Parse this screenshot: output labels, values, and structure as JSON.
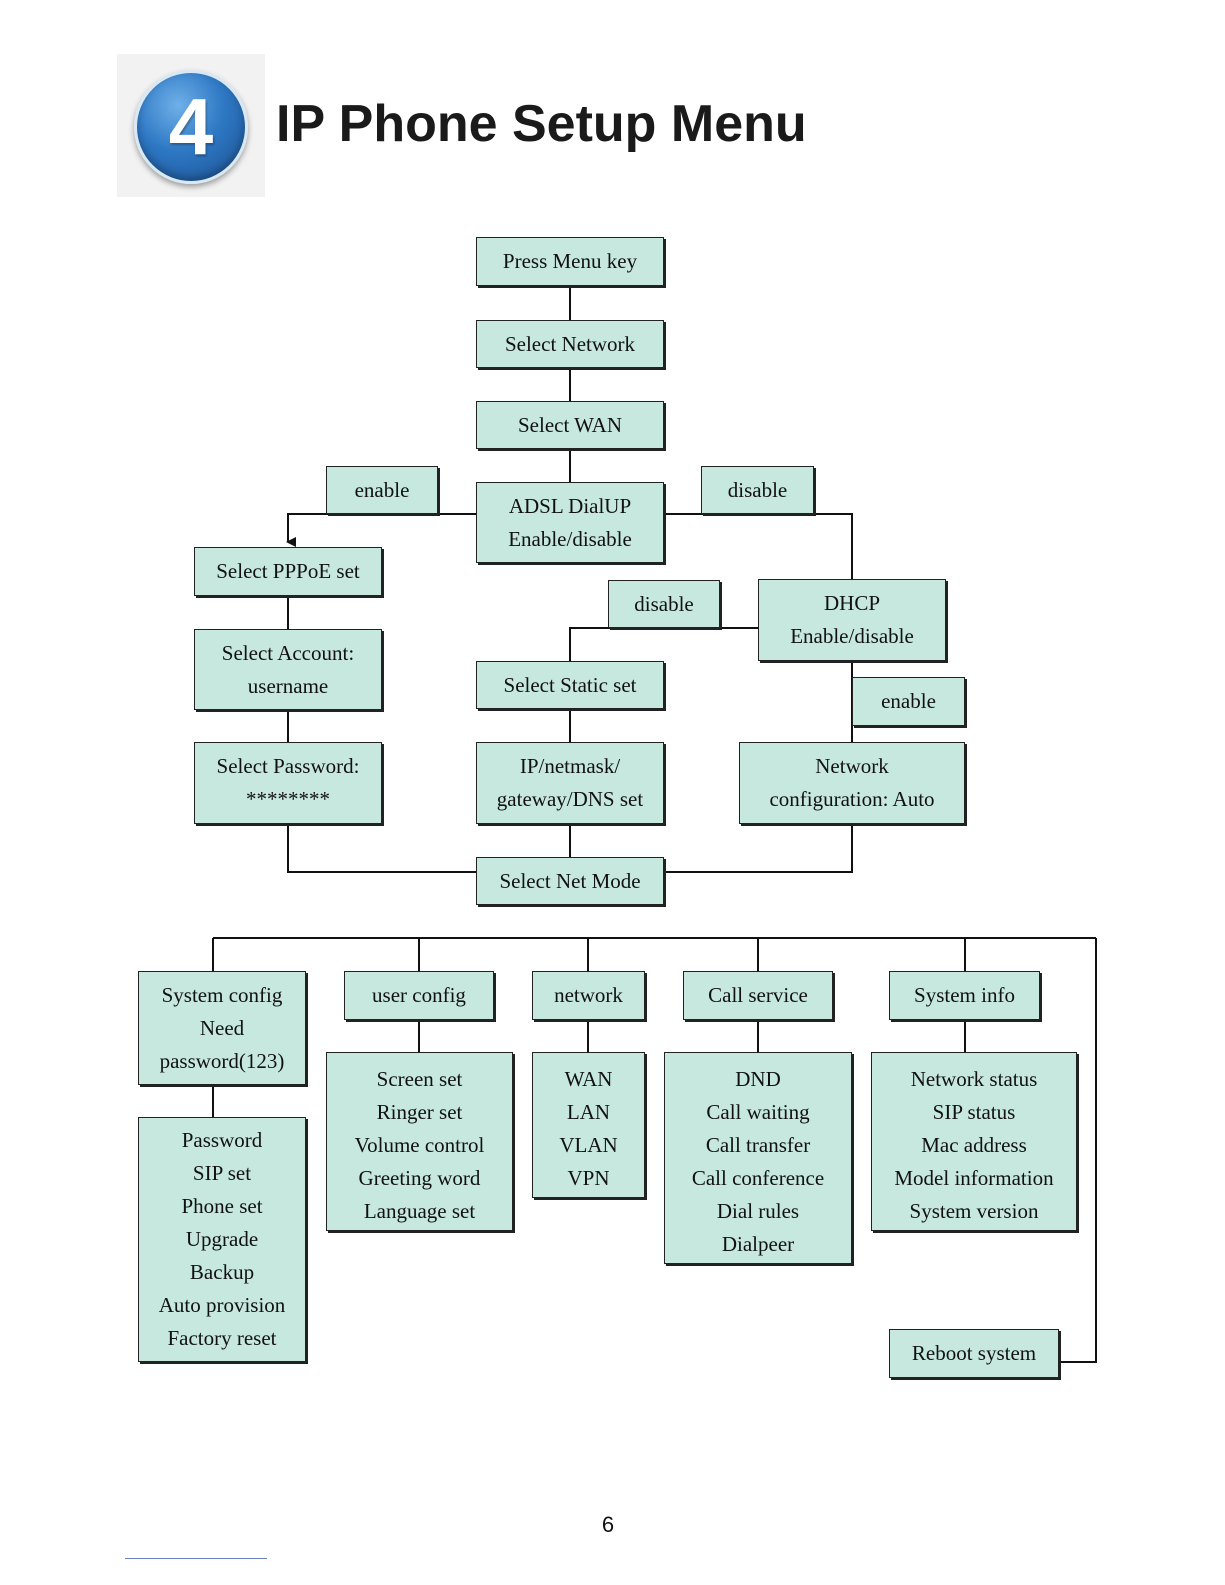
{
  "header": {
    "step_number": "4",
    "title": "IP Phone Setup Menu"
  },
  "diagram": {
    "press_menu": "Press Menu key",
    "select_network": "Select Network",
    "select_wan": "Select WAN",
    "adsl": [
      "ADSL DialUP",
      "Enable/disable"
    ],
    "adsl_enable": "enable",
    "adsl_disable": "disable",
    "pppoe": "Select PPPoE set",
    "account": [
      "Select Account:",
      "username"
    ],
    "password": [
      "Select Password:",
      "********"
    ],
    "dhcp": [
      "DHCP",
      "Enable/disable"
    ],
    "dhcp_disable": "disable",
    "dhcp_enable": "enable",
    "static": "Select Static set",
    "ipset": [
      "IP/netmask/",
      "gateway/DNS set"
    ],
    "netauto": [
      "Network",
      "configuration: Auto"
    ],
    "net_mode": "Select Net Mode",
    "system_config": [
      "System config",
      "Need",
      "password(123)"
    ],
    "system_config_items": [
      "Password",
      "SIP set",
      "Phone set",
      "Upgrade",
      "Backup",
      "Auto provision",
      "Factory reset"
    ],
    "user_config": "user config",
    "user_config_items": [
      "Screen set",
      "Ringer set",
      "Volume control",
      "Greeting word",
      "Language set"
    ],
    "network": "network",
    "network_items": [
      "WAN",
      "LAN",
      "VLAN",
      "VPN"
    ],
    "call_service": "Call service",
    "call_service_items": [
      "DND",
      "Call waiting",
      "Call transfer",
      "Call conference",
      "Dial rules",
      "Dialpeer"
    ],
    "system_info": "System info",
    "system_info_items": [
      "Network status",
      "SIP status",
      "Mac address",
      "Model information",
      "System version"
    ],
    "reboot": "Reboot system"
  },
  "footer": {
    "page_number": "6"
  },
  "colors": {
    "box_fill": "#c6e8de",
    "box_border": "#222222",
    "badge_blue": "#2e78c4"
  }
}
